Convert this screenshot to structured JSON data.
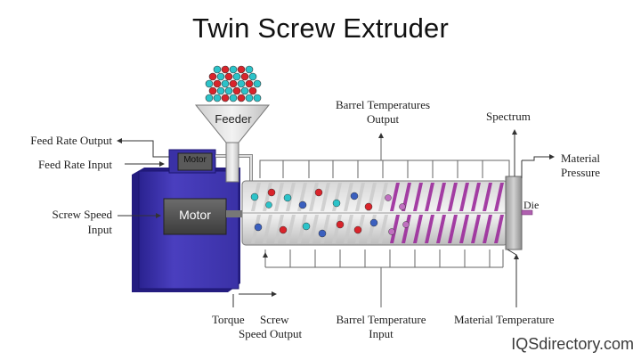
{
  "title": "Twin Screw Extruder",
  "labels": {
    "feeder": "Feeder",
    "motor_small": "Motor",
    "motor": "Motor",
    "die": "Die",
    "feed_rate_output": "Feed Rate Output",
    "feed_rate_input": "Feed Rate Input",
    "screw_speed_input_l1": "Screw Speed",
    "screw_speed_input_l2": "Input",
    "barrel_temp_output_l1": "Barrel Temperatures",
    "barrel_temp_output_l2": "Output",
    "spectrum": "Spectrum",
    "material_pressure_l1": "Material",
    "material_pressure_l2": "Pressure",
    "torque": "Torque",
    "screw_speed_output_l1": "Screw",
    "screw_speed_output_l2": "Speed Output",
    "barrel_temp_input_l1": "Barrel Temperature",
    "barrel_temp_input_l2": "Input",
    "material_temperature": "Material Temperature"
  },
  "brand": "IQSdirectory.com",
  "colors": {
    "motor_body": "#4a3fbf",
    "motor_dark": "#2a2290",
    "screw": "#9b2a9b",
    "pellet_red": "#d9242b",
    "pellet_cyan": "#2cc3c9",
    "pellet_blue": "#3a5fbf"
  }
}
